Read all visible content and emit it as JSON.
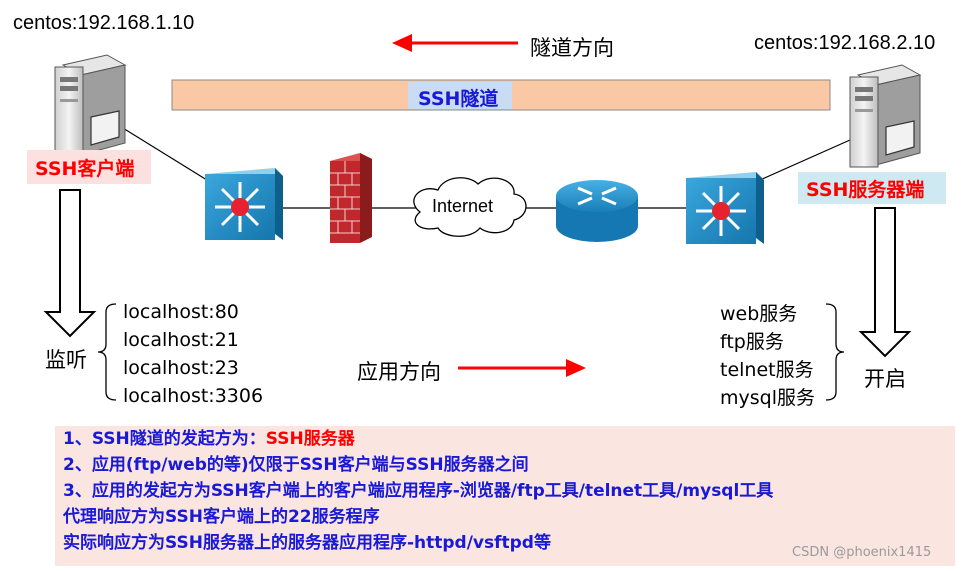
{
  "client": {
    "ip": "centos:192.168.1.10",
    "label": "SSH客户端",
    "action": "监听"
  },
  "server": {
    "ip": "centos:192.168.2.10",
    "label": "SSH服务器端",
    "action": "开启"
  },
  "tunnel": {
    "label": "SSH隧道",
    "direction_label": "隧道方向"
  },
  "network": {
    "cloud_label": "Internet"
  },
  "application": {
    "direction_label": "应用方向"
  },
  "client_ports": [
    "localhost:80",
    "localhost:21",
    "localhost:23",
    "localhost:3306"
  ],
  "server_services": [
    "web服务",
    "ftp服务",
    "telnet服务",
    "mysql服务"
  ],
  "notes": {
    "line1_prefix": "1、SSH隧道的发起方为：",
    "line1_highlight": "SSH服务器",
    "line2": "2、应用(ftp/web的等)仅限于SSH客户端与SSH服务器之间",
    "line3": "3、应用的发起方为SSH客户端上的客户端应用程序-浏览器/ftp工具/telnet工具/mysql工具",
    "line4": "代理响应方为SSH客户端上的22服务程序",
    "line5": "实际响应方为SSH服务器上的服务器应用程序-httpd/vsftpd等"
  },
  "watermark": "CSDN @phoenix1415",
  "colors": {
    "tunnel_bar": "#fbc8a6",
    "arrow_red": "#ff0000",
    "switch_blue": "#1f8fc7",
    "note_text": "#1a1ad6",
    "note_bg": "#fbe5e0"
  }
}
